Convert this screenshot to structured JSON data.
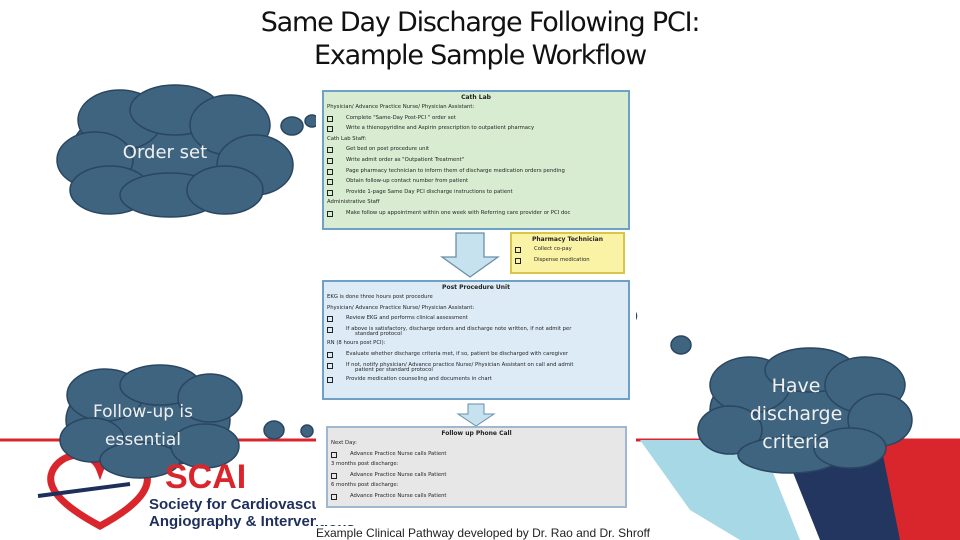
{
  "title": {
    "line1": "Same Day Discharge Following PCI:",
    "line2": "Example Sample Workflow"
  },
  "clouds": {
    "order_set": "Order set",
    "follow_up_line1": "Follow-up is",
    "follow_up_line2": "essential",
    "discharge_line1": "Have",
    "discharge_line2": "discharge",
    "discharge_line3": "criteria"
  },
  "cath_lab": {
    "header": "Cath Lab",
    "lines": [
      {
        "kind": "sec",
        "text": "Physician/ Advance Practice Nurse/ Physician Assistant:"
      },
      {
        "kind": "item",
        "text": "Complete \"Same-Day Post-PCI \" order set"
      },
      {
        "kind": "item",
        "text": "Write a thienopyridine  and Aspirin prescription to outpatient pharmacy"
      },
      {
        "kind": "sec",
        "text": "Cath Lab Staff:"
      },
      {
        "kind": "item",
        "text": "Get bed on post procedure unit"
      },
      {
        "kind": "item",
        "text": "Write admit order as \"Outpatient Treatment\""
      },
      {
        "kind": "item",
        "text": "Page pharmacy technician to inform them of discharge medication orders pending"
      },
      {
        "kind": "item",
        "text": "Obtain follow-up contact number from patient"
      },
      {
        "kind": "item",
        "text": "Provide 1-page Same Day PCI discharge instructions to patient"
      },
      {
        "kind": "sec",
        "text": "Administrative Staff"
      },
      {
        "kind": "item",
        "text": "Make follow up appointment within one week with Referring  care provider or PCI  doc"
      }
    ]
  },
  "pharmacy": {
    "header": "Pharmacy Technician",
    "lines": [
      {
        "kind": "item",
        "text": "Collect co-pay"
      },
      {
        "kind": "item",
        "text": "Dispense medication"
      }
    ]
  },
  "post_procedure": {
    "header": "Post Procedure Unit",
    "lines": [
      {
        "kind": "sec",
        "text": "EKG is done three hours post procedure"
      },
      {
        "kind": "sec",
        "text": "Physician/ Advance Practice Nurse/ Physician Assistant:"
      },
      {
        "kind": "item",
        "text": "Review EKG and performs clinical  assessment"
      },
      {
        "kind": "item",
        "text": "If above is satisfactory, discharge orders and discharge note written, if not admit per"
      },
      {
        "kind": "cont",
        "text": "standard protocol"
      },
      {
        "kind": "sec",
        "text": "RN  (8 hours post PCI):"
      },
      {
        "kind": "item",
        "text": "Evaluate whether  discharge criteria met, if so, patient be discharged with  caregiver"
      },
      {
        "kind": "item",
        "text": "If not, notify physician/ Advance practice Nurse/ Physician Assistant on call and admit"
      },
      {
        "kind": "cont",
        "text": "patient per standard protocol"
      },
      {
        "kind": "item",
        "text": "Provide medication counseling and documents in chart"
      }
    ]
  },
  "follow_up": {
    "header": "Follow up Phone Call",
    "lines": [
      {
        "kind": "sec",
        "text": "Next Day:"
      },
      {
        "kind": "item",
        "text": "Advance Practice Nurse calls Patient"
      },
      {
        "kind": "sec",
        "text": "3 months post discharge:"
      },
      {
        "kind": "item",
        "text": "Advance Practice Nurse calls Patient"
      },
      {
        "kind": "sec",
        "text": "6 months post discharge:"
      },
      {
        "kind": "item",
        "text": "Advance Practice Nurse calls Patient"
      }
    ]
  },
  "logo": {
    "acronym": "SCAI",
    "line1": "Society for Cardiovascular",
    "line2": "Angiography & Interventions"
  },
  "caption": "Example Clinical Pathway developed by Dr. Rao and Dr. Shroff",
  "colors": {
    "cloud": "#3f6480",
    "cath_bg": "#d8ecd1",
    "post_bg": "#dcebf6",
    "pharm_bg": "#faf3a6",
    "follow_bg": "#e7e7e7",
    "red": "#d9262c",
    "navy": "#1f2f5c",
    "light_blue": "#9ed4e2"
  }
}
